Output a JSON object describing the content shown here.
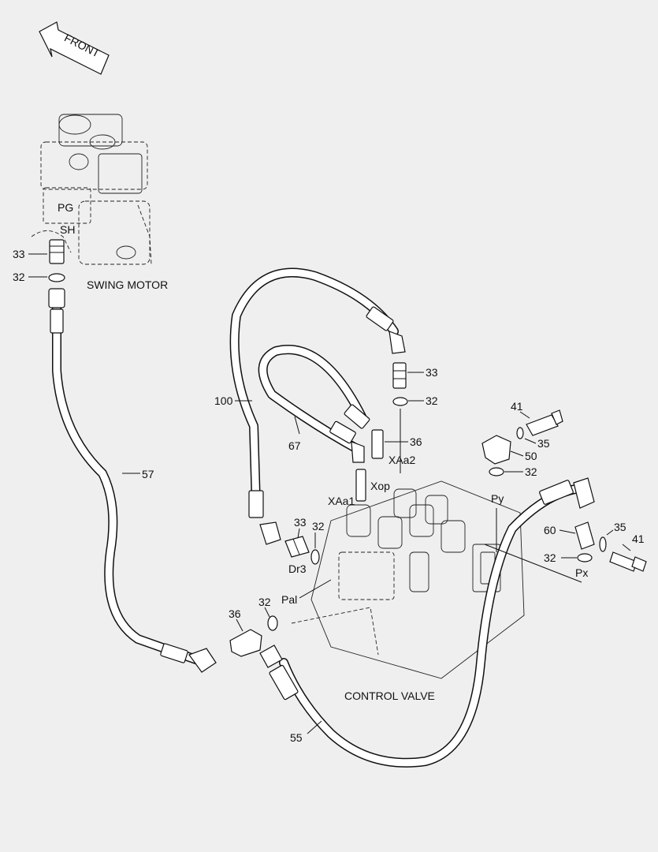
{
  "direction_arrow": {
    "label": "FRONT"
  },
  "components": {
    "swing_motor": "SWING MOTOR",
    "control_valve": "CONTROL VALVE"
  },
  "ports": {
    "pg": "PG",
    "sh": "SH",
    "xaa2": "XAa2",
    "xop": "Xop",
    "xaa1": "XAa1",
    "dr3": "Dr3",
    "pal": "Pal",
    "py": "Py",
    "px": "Px"
  },
  "callouts": {
    "c33_motor": "33",
    "c32_motor": "32",
    "c57": "57",
    "c100": "100",
    "c67": "67",
    "c33_top": "33",
    "c32_top": "32",
    "c36_top": "36",
    "c41_top": "41",
    "c35_top": "35",
    "c50": "50",
    "c32_py": "32",
    "c33_dr3": "33",
    "c32_dr3": "32",
    "c60": "60",
    "c35_px": "35",
    "c41_px": "41",
    "c32_px": "32",
    "c36_pal": "36",
    "c32_pal": "32",
    "c55": "55"
  }
}
